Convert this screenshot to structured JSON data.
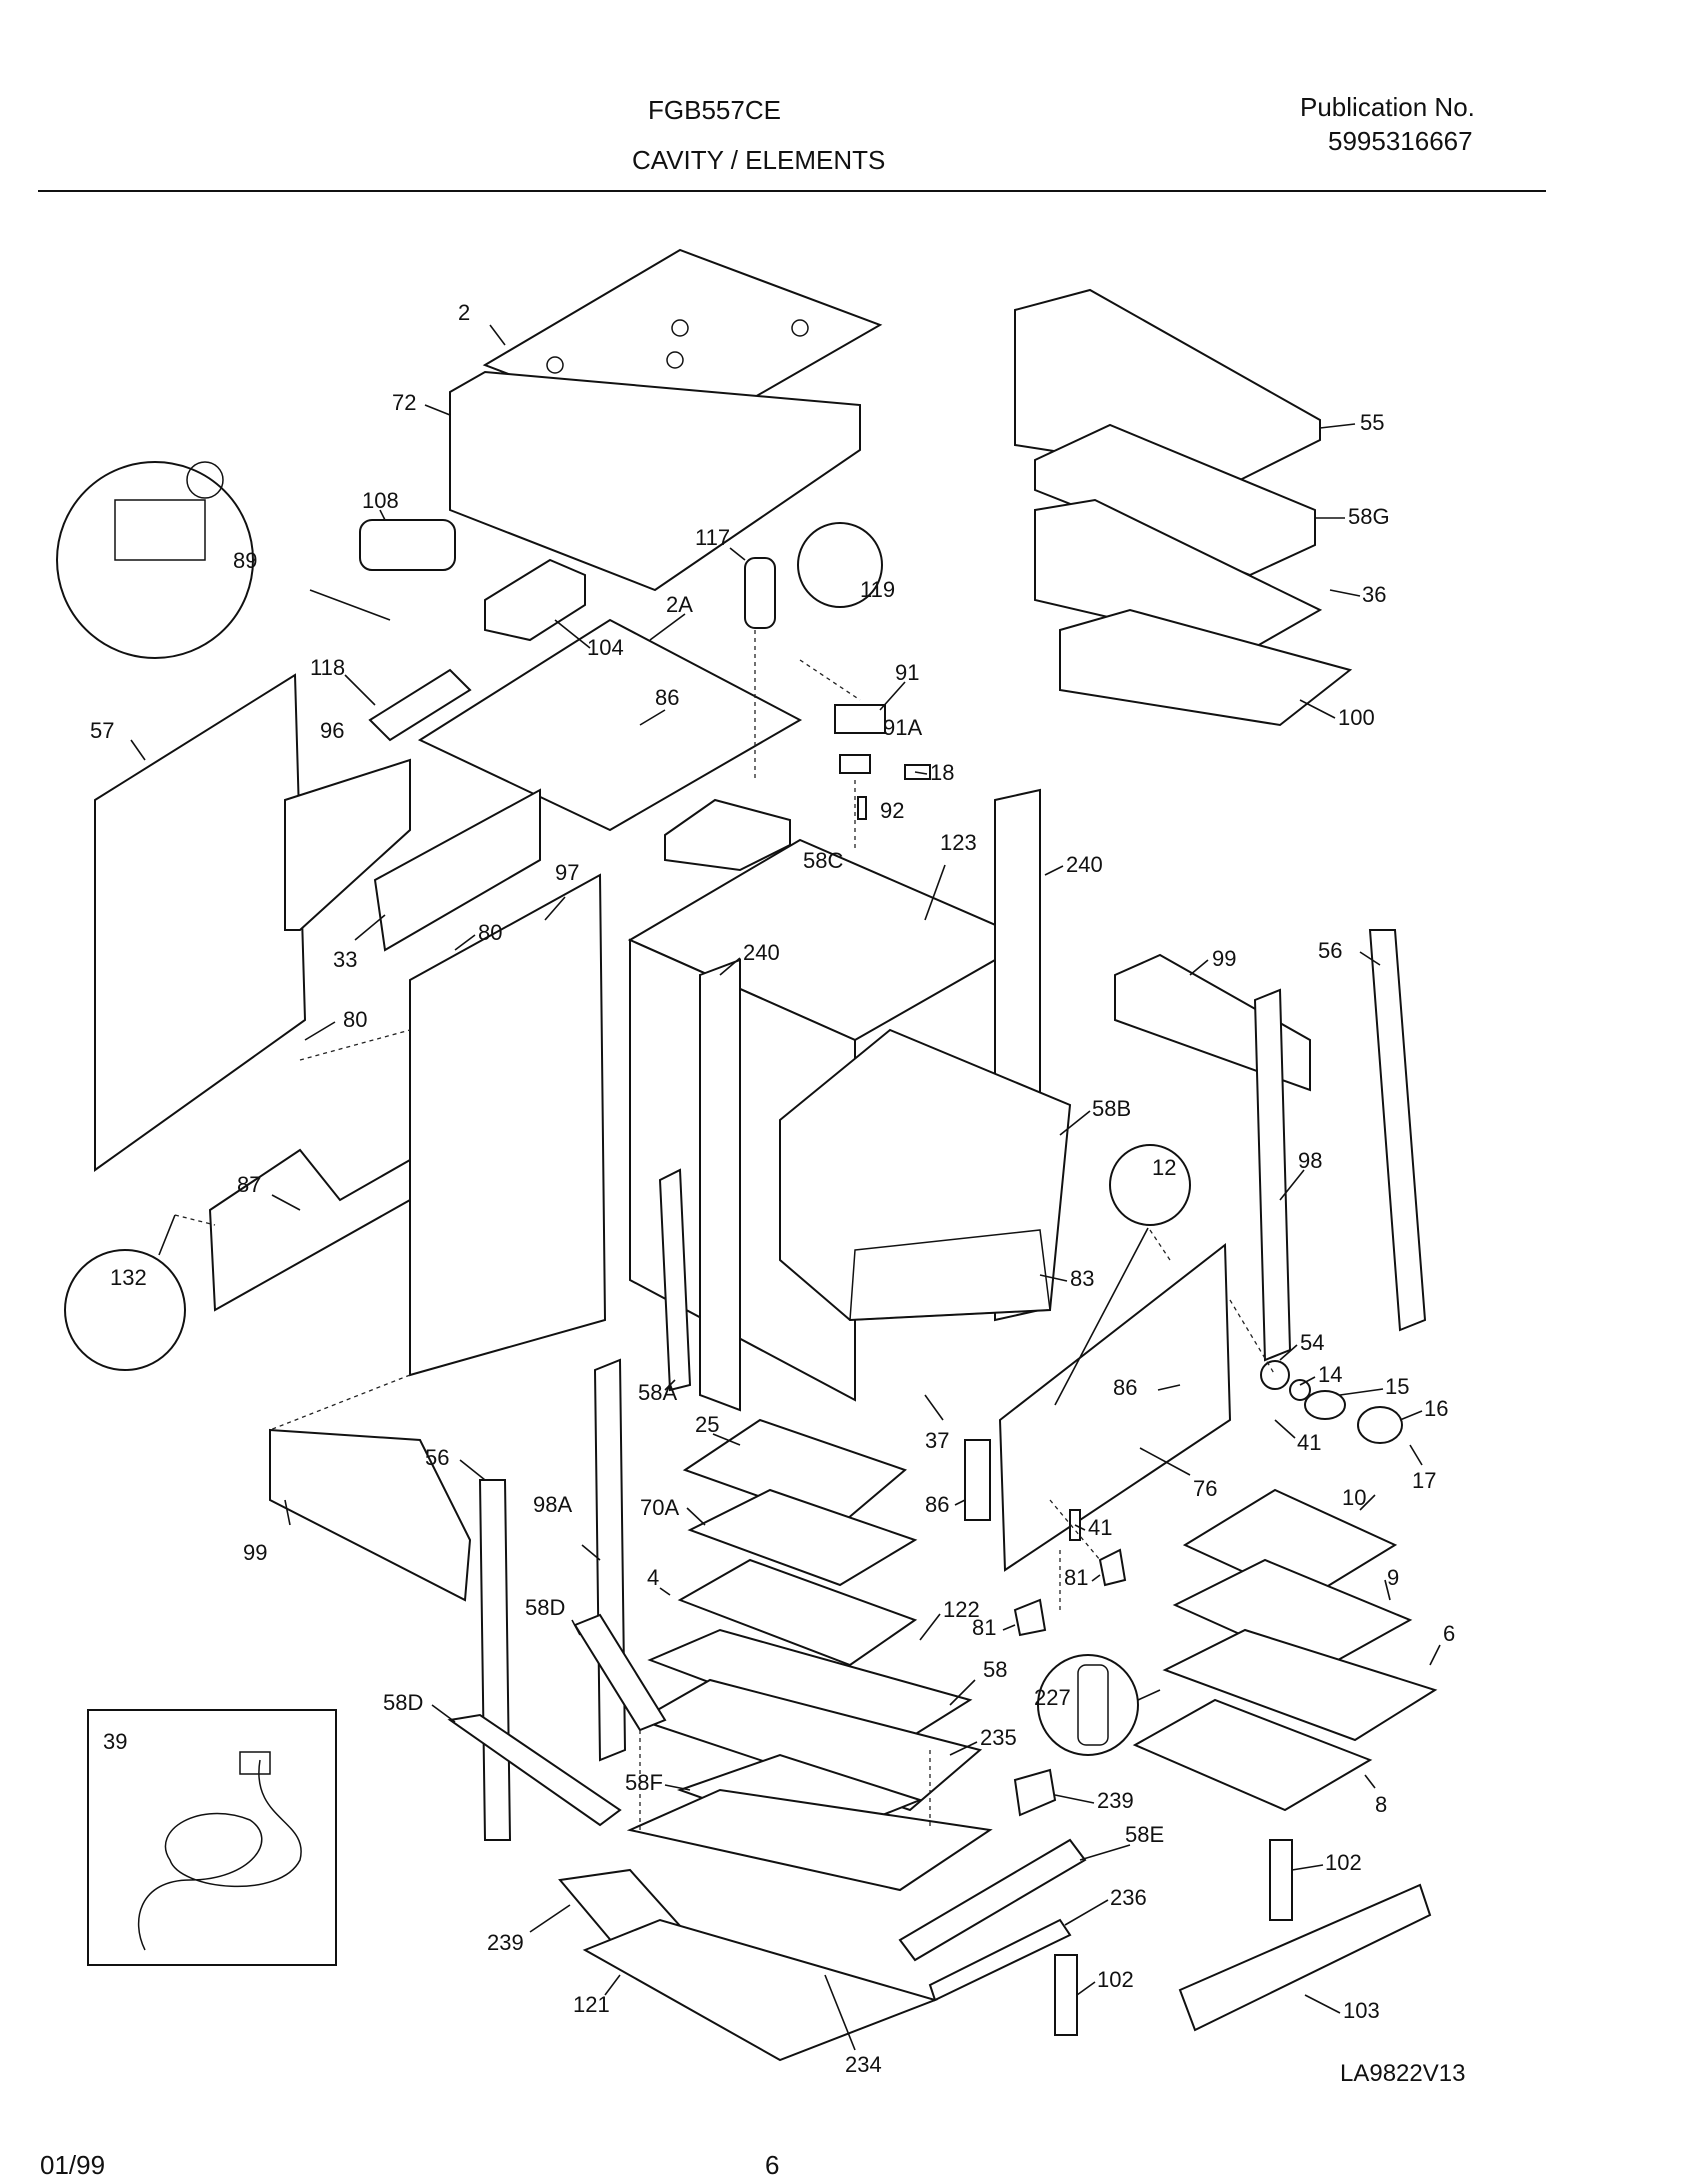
{
  "header": {
    "model": "FGB557CE",
    "section": "CAVITY / ELEMENTS",
    "publication_label": "Publication No.",
    "publication_number": "5995316667"
  },
  "diagram_code": "LA9822V13",
  "footer": {
    "date": "01/99",
    "page": "6"
  },
  "callouts": [
    "2",
    "72",
    "55",
    "58G",
    "36",
    "100",
    "108",
    "89",
    "117",
    "119",
    "2A",
    "104",
    "118",
    "86",
    "91",
    "91A",
    "18",
    "92",
    "57",
    "96",
    "58C",
    "123",
    "240",
    "33",
    "80",
    "97",
    "240",
    "80",
    "99",
    "56",
    "87",
    "58B",
    "98",
    "12",
    "132",
    "83",
    "54",
    "14",
    "15",
    "16",
    "86",
    "41",
    "17",
    "58A",
    "37",
    "25",
    "70A",
    "86",
    "76",
    "10",
    "9",
    "56",
    "99",
    "98A",
    "4",
    "41",
    "81",
    "81",
    "58D",
    "122",
    "58",
    "6",
    "227",
    "58D",
    "235",
    "8",
    "58F",
    "239",
    "58E",
    "102",
    "236",
    "239",
    "121",
    "234",
    "102",
    "103",
    "39"
  ]
}
